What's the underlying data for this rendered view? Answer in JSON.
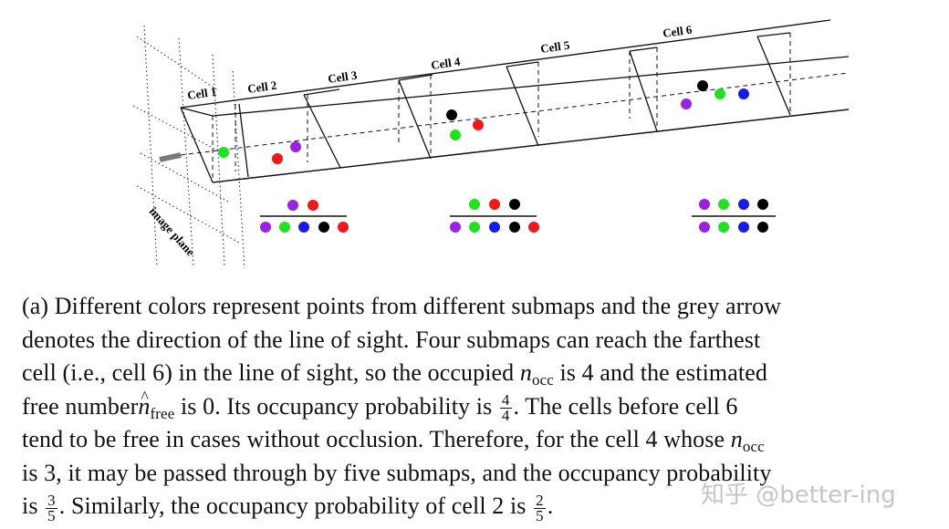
{
  "figure": {
    "cell_labels": [
      "Cell 1",
      "Cell 2",
      "Cell 3",
      "Cell 4",
      "Cell 5",
      "Cell 6"
    ],
    "plane_label": "image plane",
    "colors": {
      "purple": "#9b22e0",
      "green": "#22e022",
      "red": "#f01818",
      "blue": "#1a1ae8",
      "black": "#000000",
      "arrow": "#7a7a7a"
    }
  },
  "caption": {
    "line1": "(a) Different colors represent points from different submaps and the grey arrow",
    "line2": "denotes the direction of the line of sight. Four submaps can reach the farthest",
    "line3a": "cell (i.e., cell 6) in the line of sight, so the occupied ",
    "n": "n",
    "occ": "occ",
    "line3b": " is 4 and the estimated",
    "line4a": "free number",
    "free": "free",
    "line4b": " is 0. Its occupancy probability is ",
    "f1_num": "4",
    "f1_den": "4",
    "line4c": ". The cells before cell 6",
    "line5a": "tend to be free in cases without occlusion. Therefore, for the cell 4 whose ",
    "line6": "is 3, it may be passed through by five submaps, and the occupancy probability",
    "line7a": "is ",
    "f2_num": "3",
    "f2_den": "5",
    "line7b": ". Similarly, the occupancy probability of cell 2 is ",
    "f3_num": "2",
    "f3_den": "5",
    "line7c": "."
  },
  "watermark": "知乎 @better-ing"
}
